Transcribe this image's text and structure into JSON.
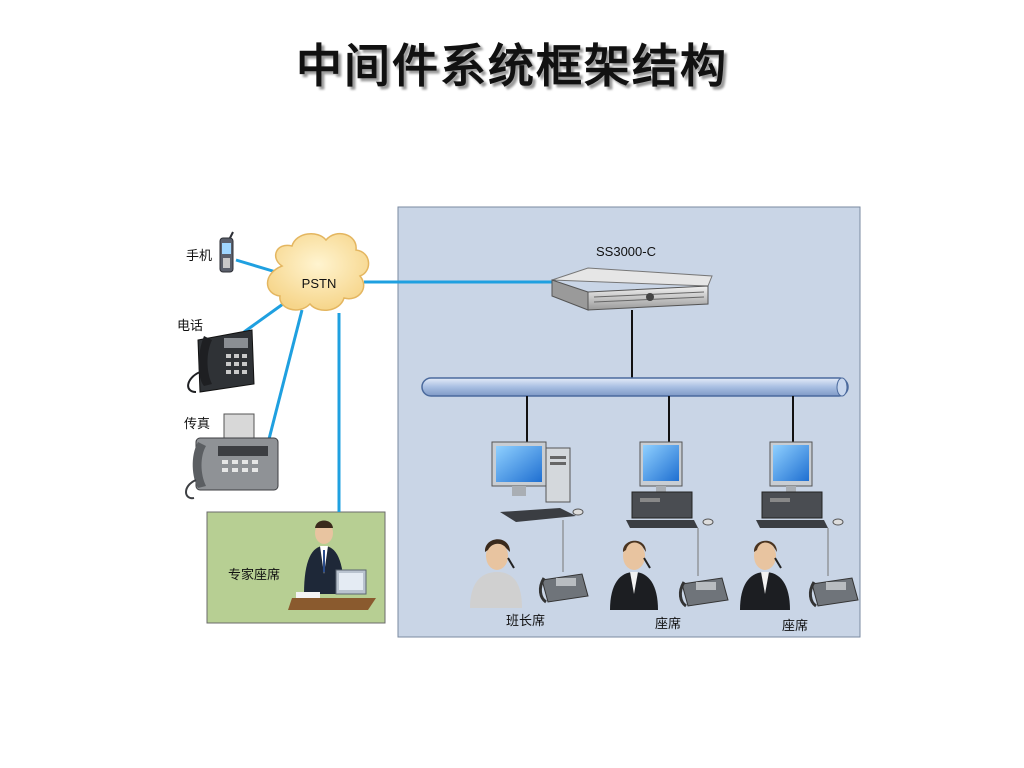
{
  "title": "中间件系统框架结构",
  "labels": {
    "mobile": "手机",
    "phone": "电话",
    "fax": "传真",
    "pstn": "PSTN",
    "server": "SS3000-C",
    "expert_seat": "专家座席",
    "supervisor_seat": "班长席",
    "seat_1": "座席",
    "seat_2": "座席"
  },
  "colors": {
    "link_line": "#1fa0e0",
    "internal_box": "#c9d5e6",
    "expert_box": "#b7cf93",
    "bus": "#b9cdea",
    "cloud": "#fde3a8"
  }
}
